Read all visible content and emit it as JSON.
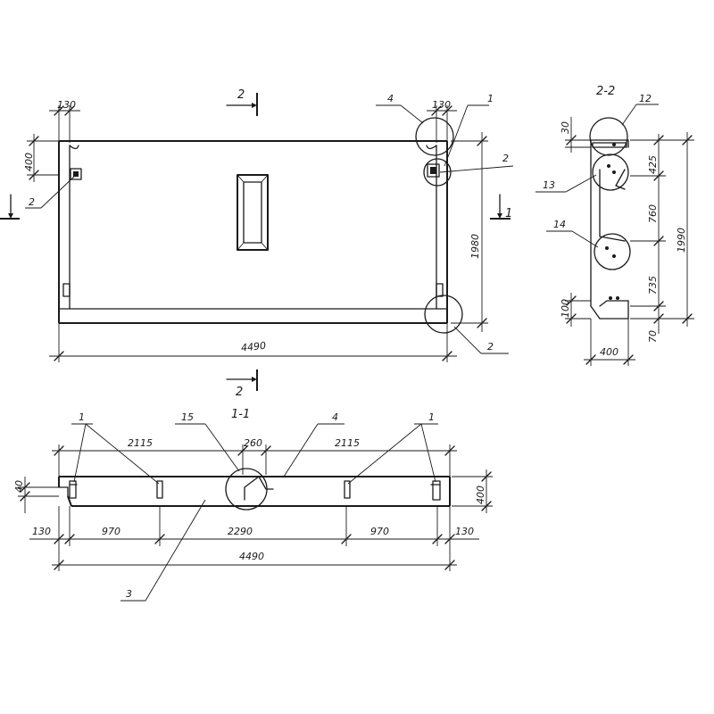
{
  "plan": {
    "dim_width": "4490",
    "dim_height": "1980",
    "dim_top_left": "130",
    "dim_top_right": "130",
    "dim_left_side": "400",
    "callout_1": "1",
    "callout_2_left": "2",
    "callout_2_right": "2",
    "callout_2_corner": "2",
    "callout_4": "4",
    "section_1_mark": "1",
    "section_2_top": "2",
    "section_2_bottom": "2"
  },
  "section_1_1": {
    "title": "1-1",
    "dim_total": "4490",
    "dim_left_end": "130",
    "dim_left_span": "970",
    "dim_center": "2290",
    "dim_right_span": "970",
    "dim_right_end": "130",
    "dim_top_left": "2115",
    "dim_top_center": "260",
    "dim_top_right": "2115",
    "dim_height": "400",
    "dim_flange": "40",
    "callout_1_left": "1",
    "callout_1_right": "1",
    "callout_15": "15",
    "callout_4": "4",
    "callout_3": "3"
  },
  "section_2_2": {
    "title": "2-2",
    "dim_total": "1990",
    "dim_a": "425",
    "dim_b": "760",
    "dim_c": "735",
    "dim_d": "70",
    "dim_top": "30",
    "dim_bottom": "100",
    "dim_width": "400",
    "callout_12": "12",
    "callout_13": "13",
    "callout_14": "14"
  }
}
